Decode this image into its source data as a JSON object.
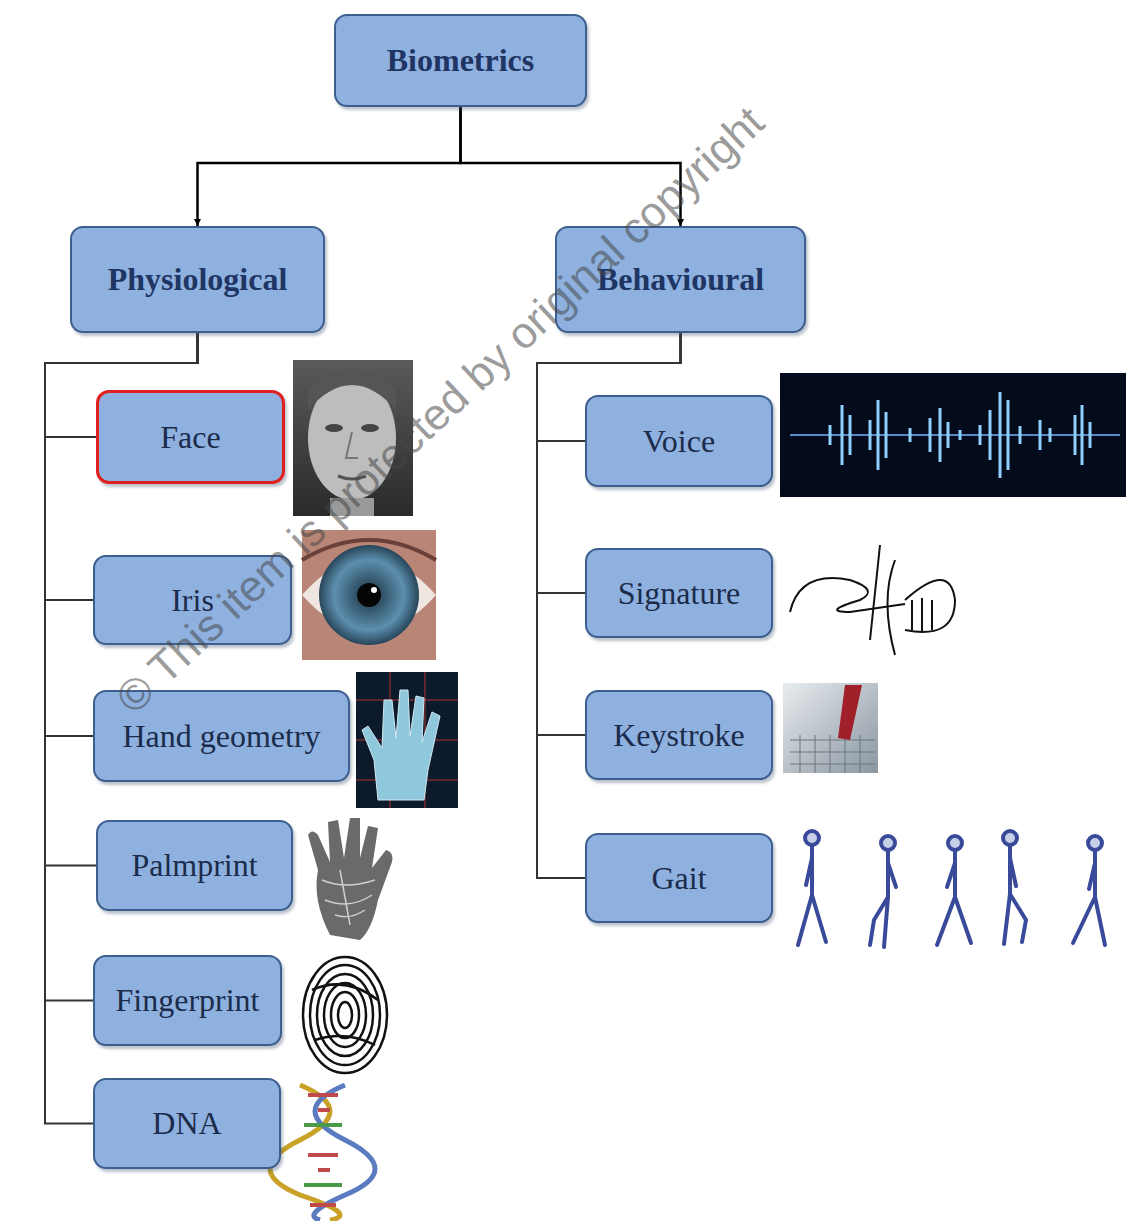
{
  "diagram": {
    "nodes": [
      {
        "text": [
          "Biometrics"
        ]
      },
      {
        "text": [
          "Physiological"
        ]
      },
      {
        "text": [
          "Behavioural"
        ]
      },
      {
        "text": [
          "Face"
        ]
      },
      {
        "text": [
          "Iris"
        ]
      },
      {
        "text": [
          "Hand geometry"
        ]
      },
      {
        "text": [
          "Palmprint"
        ]
      },
      {
        "text": [
          "Fingerprint"
        ]
      },
      {
        "text": [
          "DNA"
        ]
      },
      {
        "text": [
          "Voice"
        ]
      },
      {
        "text": [
          "Signature"
        ]
      },
      {
        "text": [
          "Keystroke"
        ]
      },
      {
        "text": [
          "Gait"
        ]
      }
    ],
    "edges": [
      {
        "from": 0,
        "to": 1,
        "arrow": "to"
      },
      {
        "from": 0,
        "to": 2,
        "arrow": "to"
      },
      {
        "from": 1,
        "to": 3,
        "arrow": "none"
      },
      {
        "from": 1,
        "to": 4,
        "arrow": "none"
      },
      {
        "from": 1,
        "to": 5,
        "arrow": "none"
      },
      {
        "from": 1,
        "to": 6,
        "arrow": "none"
      },
      {
        "from": 1,
        "to": 7,
        "arrow": "none"
      },
      {
        "from": 1,
        "to": 8,
        "arrow": "none"
      },
      {
        "from": 2,
        "to": 9,
        "arrow": "none"
      },
      {
        "from": 2,
        "to": 10,
        "arrow": "none"
      },
      {
        "from": 2,
        "to": 11,
        "arrow": "none"
      },
      {
        "from": 2,
        "to": 12,
        "arrow": "none"
      }
    ],
    "labels": [
      "© This item is protected by original copyright"
    ]
  }
}
